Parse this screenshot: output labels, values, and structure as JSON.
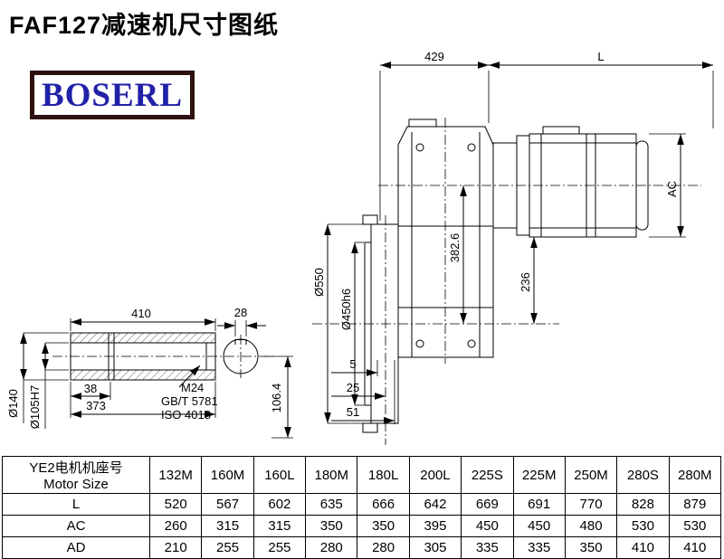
{
  "page": {
    "title": "FAF127减速机尺寸图纸",
    "logo_text": "BOSERL"
  },
  "main_view": {
    "width": "429",
    "motor_length": "L",
    "motor_diameter": "AC",
    "flange_od": "Ø550",
    "spigot": "Ø450h6",
    "axis_distance": "382.6",
    "offset_236": "236",
    "offset_5": "5",
    "offset_25": "25",
    "offset_51": "51"
  },
  "shaft_view": {
    "total_length": "410",
    "end_width": "28",
    "step": "38",
    "bore_length": "373",
    "hub_od": "Ø140",
    "bore": "Ø105H7",
    "thread": "M24",
    "thread_std": "GB/T 5781",
    "thread_iso": "ISO 4018",
    "height": "106.4"
  },
  "table": {
    "header_cn": "YE2电机机座号",
    "header_en": "Motor Size",
    "columns": [
      "132M",
      "160M",
      "160L",
      "180M",
      "180L",
      "200L",
      "225S",
      "225M",
      "250M",
      "280S",
      "280M"
    ],
    "rows": [
      {
        "label": "L",
        "values": [
          520,
          567,
          602,
          635,
          666,
          642,
          669,
          691,
          770,
          828,
          879
        ]
      },
      {
        "label": "AC",
        "values": [
          260,
          315,
          315,
          350,
          350,
          395,
          450,
          450,
          480,
          530,
          530
        ]
      },
      {
        "label": "AD",
        "values": [
          210,
          255,
          255,
          280,
          280,
          305,
          335,
          335,
          350,
          410,
          410
        ]
      }
    ]
  }
}
